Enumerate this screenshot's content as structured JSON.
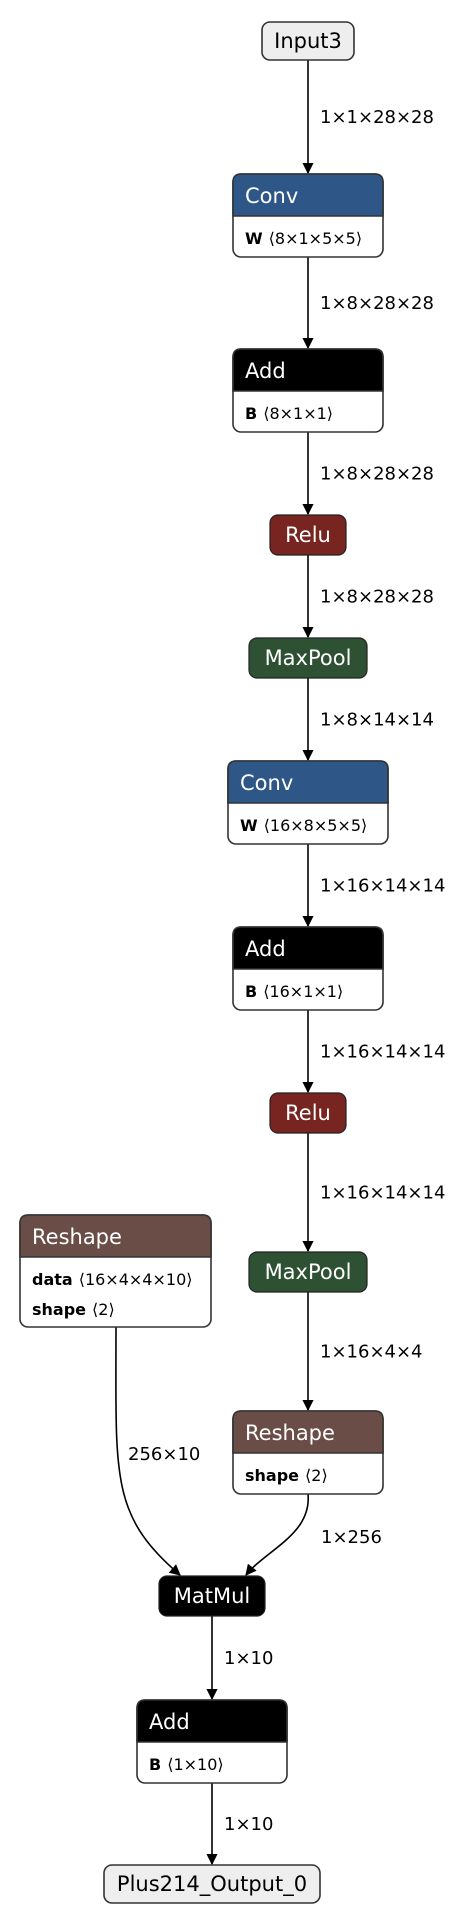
{
  "colors": {
    "conv": "#2e5788",
    "add": "#000000",
    "relu": "#782521",
    "maxpool": "#2f5133",
    "reshape": "#6b4d48",
    "matmul": "#000000",
    "io_fill": "#eeeeee",
    "io_stroke": "#333333"
  },
  "graph": {
    "input": {
      "label": "Input3"
    },
    "output": {
      "label": "Plus214_Output_0"
    },
    "nodes": [
      {
        "id": "conv1",
        "op": "Conv",
        "kind": "conv",
        "attrs": [
          {
            "name": "W",
            "value": "⟨8×1×5×5⟩"
          }
        ]
      },
      {
        "id": "add1",
        "op": "Add",
        "kind": "add",
        "attrs": [
          {
            "name": "B",
            "value": "⟨8×1×1⟩"
          }
        ]
      },
      {
        "id": "relu1",
        "op": "Relu",
        "kind": "relu",
        "attrs": []
      },
      {
        "id": "pool1",
        "op": "MaxPool",
        "kind": "maxpool",
        "attrs": []
      },
      {
        "id": "conv2",
        "op": "Conv",
        "kind": "conv",
        "attrs": [
          {
            "name": "W",
            "value": "⟨16×8×5×5⟩"
          }
        ]
      },
      {
        "id": "add2",
        "op": "Add",
        "kind": "add",
        "attrs": [
          {
            "name": "B",
            "value": "⟨16×1×1⟩"
          }
        ]
      },
      {
        "id": "relu2",
        "op": "Relu",
        "kind": "relu",
        "attrs": []
      },
      {
        "id": "pool2",
        "op": "MaxPool",
        "kind": "maxpool",
        "attrs": []
      },
      {
        "id": "reshape_left",
        "op": "Reshape",
        "kind": "reshape",
        "attrs": [
          {
            "name": "data",
            "value": "⟨16×4×4×10⟩"
          },
          {
            "name": "shape",
            "value": "⟨2⟩"
          }
        ]
      },
      {
        "id": "reshape_right",
        "op": "Reshape",
        "kind": "reshape",
        "attrs": [
          {
            "name": "shape",
            "value": "⟨2⟩"
          }
        ]
      },
      {
        "id": "matmul",
        "op": "MatMul",
        "kind": "matmul",
        "attrs": []
      },
      {
        "id": "add3",
        "op": "Add",
        "kind": "add",
        "attrs": [
          {
            "name": "B",
            "value": "⟨1×10⟩"
          }
        ]
      }
    ],
    "edges": [
      {
        "id": "e1",
        "label": "1×1×28×28"
      },
      {
        "id": "e2",
        "label": "1×8×28×28"
      },
      {
        "id": "e3",
        "label": "1×8×28×28"
      },
      {
        "id": "e4",
        "label": "1×8×28×28"
      },
      {
        "id": "e5",
        "label": "1×8×14×14"
      },
      {
        "id": "e6",
        "label": "1×16×14×14"
      },
      {
        "id": "e7",
        "label": "1×16×14×14"
      },
      {
        "id": "e8",
        "label": "1×16×14×14"
      },
      {
        "id": "e9",
        "label": "1×16×4×4"
      },
      {
        "id": "e10",
        "label": "256×10"
      },
      {
        "id": "e11",
        "label": "1×256"
      },
      {
        "id": "e12",
        "label": "1×10"
      },
      {
        "id": "e13",
        "label": "1×10"
      }
    ]
  }
}
